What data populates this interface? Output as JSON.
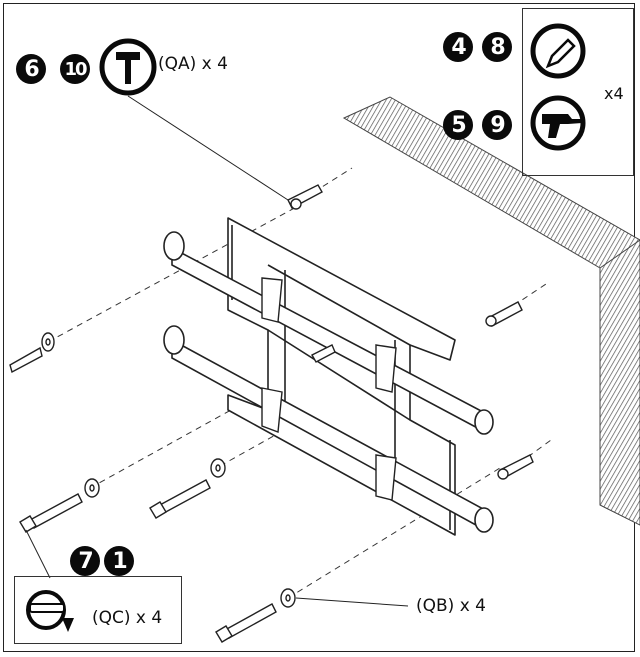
{
  "callouts": {
    "qa": "(QA) x 4",
    "qb": "(QB) x 4",
    "qc": "(QC) x 4",
    "tool_qty": "x4"
  },
  "steps": {
    "hammer": [
      "6",
      "10"
    ],
    "pencil": [
      "4",
      "8"
    ],
    "drill": [
      "5",
      "9"
    ],
    "wrench": [
      "7",
      "1"
    ]
  },
  "icons": [
    "hammer-icon",
    "pencil-icon",
    "drill-icon",
    "wrench-icon"
  ],
  "colors": {
    "ink": "#0a0a0a",
    "hatch": "#555555"
  }
}
